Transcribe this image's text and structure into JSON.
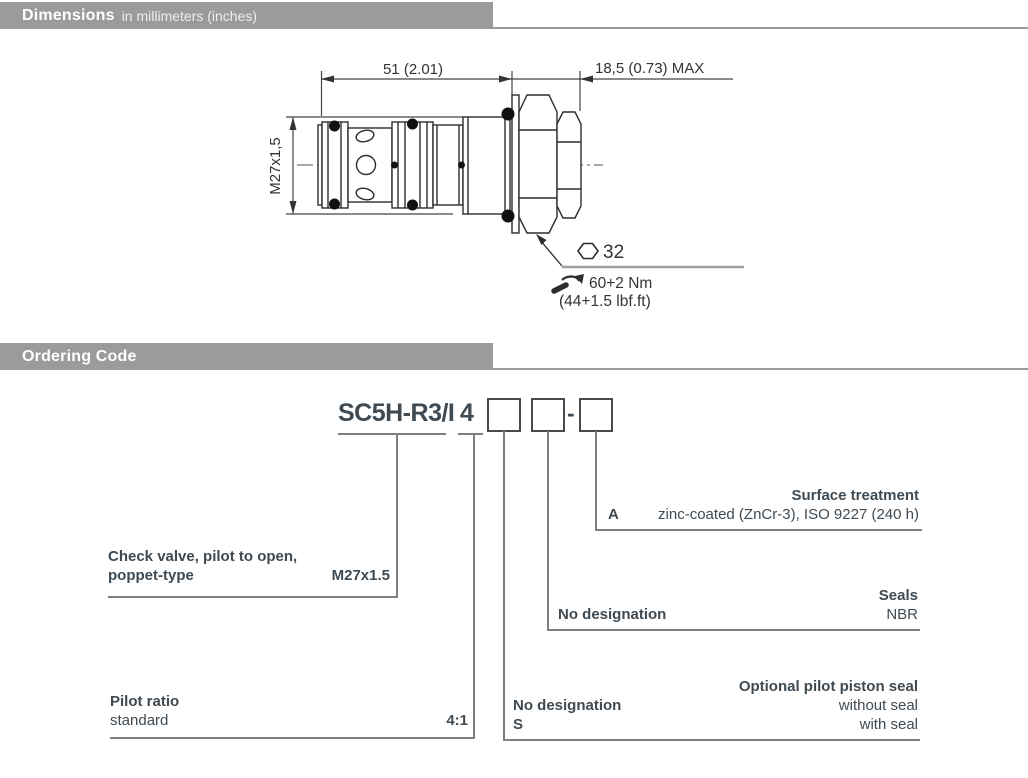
{
  "colors": {
    "header_bar": "#9b9b9b",
    "text": "#3f4a52",
    "line_gray": "#7f7f7f",
    "drawing_stroke": "#2d2d2d"
  },
  "sections": {
    "dimensions": {
      "title": "Dimensions",
      "subtitle": "in millimeters (inches)",
      "drawing": {
        "dim_length": "51 (2.01)",
        "dim_nut": "18,5 (0.73) MAX",
        "dim_thread": "M27x1,5",
        "hex_size": "32",
        "torque_nm": "60+2 Nm",
        "torque_lbf": "(44+1.5 lbf.ft)"
      }
    },
    "ordering": {
      "title": "Ordering Code",
      "code": "SC5H-R3/I",
      "code_suffix": "4",
      "dash": "-",
      "blocks": {
        "surface": {
          "heading": "Surface treatment",
          "rows": [
            {
              "code": "A",
              "desc": "zinc-coated (ZnCr-3), ISO 9227 (240 h)"
            }
          ]
        },
        "valve": {
          "line1": "Check valve, pilot to open,",
          "line2": "poppet-type",
          "value": "M27x1.5"
        },
        "seals": {
          "heading": "Seals",
          "rows": [
            {
              "code": "No designation",
              "desc": "NBR"
            }
          ]
        },
        "optional": {
          "heading": "Optional pilot piston seal",
          "rows": [
            {
              "code": "No designation",
              "desc": "without seal"
            },
            {
              "code": "S",
              "desc": "with seal"
            }
          ]
        },
        "pilot": {
          "heading": "Pilot ratio",
          "rows": [
            {
              "code": "standard",
              "desc": "4:1"
            }
          ]
        }
      }
    }
  }
}
